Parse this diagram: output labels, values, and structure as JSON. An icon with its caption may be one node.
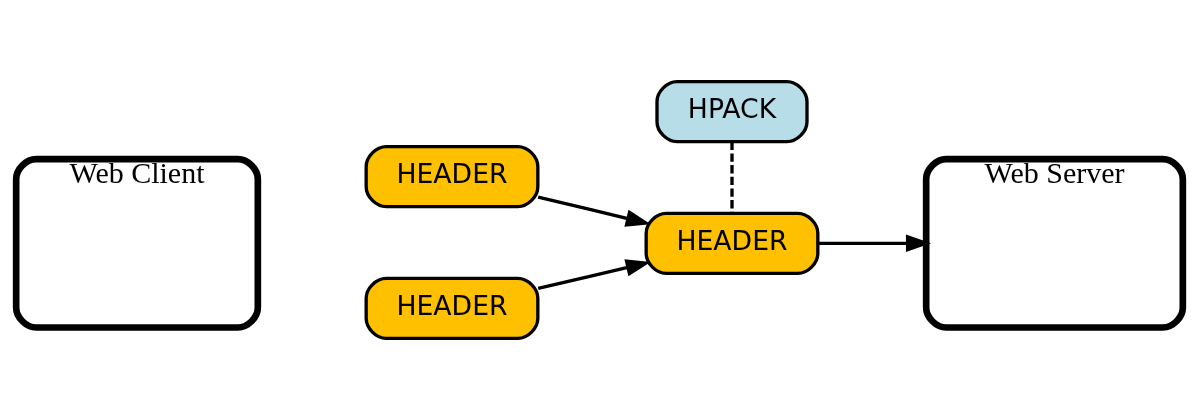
{
  "diagram": {
    "nodes": [
      {
        "text": [
          "Web Client"
        ]
      },
      {
        "text": [
          "HEADER"
        ]
      },
      {
        "text": [
          "HEADER"
        ]
      },
      {
        "text": [
          "HPACK"
        ]
      },
      {
        "text": [
          "HEADER"
        ]
      },
      {
        "text": [
          "Web Server"
        ]
      }
    ],
    "edges": [
      {
        "from": 1,
        "to": 4,
        "arrow": "to"
      },
      {
        "from": 2,
        "to": 4,
        "arrow": "to"
      },
      {
        "from": 3,
        "to": 4,
        "arrow": "none",
        "style": "dashed"
      },
      {
        "from": 4,
        "to": 5,
        "arrow": "to"
      }
    ]
  }
}
